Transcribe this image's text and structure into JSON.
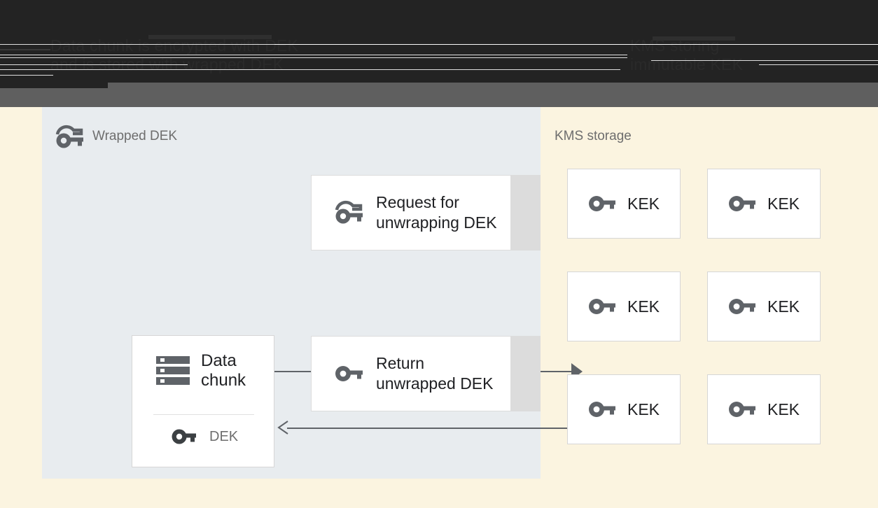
{
  "banner": {
    "left_caption": "Data chunk is encrypted with DEK\nand is stored with wrapped DEK",
    "right_caption": "KMS storing\nimmutable KEK"
  },
  "colors": {
    "banner_dark": "#232323",
    "banner_gray": "#5f5f5f",
    "page_background": "#fbf4e0",
    "storage_panel": "#e8ecef",
    "card_white": "#ffffff",
    "card_border": "#d6d6d6",
    "strip_gray": "#dcdcdc",
    "arrow": "#5f6368",
    "title_text": "#6e6e6e",
    "body_text": "#202124",
    "icon_gray": "#5f6368"
  },
  "storage_panel": {
    "title": "Wrapped DEK",
    "title_icon": "wrapped-key-icon",
    "data_chunk_card": {
      "icon": "data-chunk-icon",
      "label": "Data\nchunk",
      "key_icon": "key-icon",
      "key_label": "DEK"
    },
    "messages": [
      {
        "icon": "wrapped-key-icon",
        "label": "Request for\nunwrapping DEK"
      },
      {
        "icon": "key-icon",
        "label": "Return\nunwrapped DEK"
      }
    ],
    "arrows": [
      {
        "name": "request-arrow",
        "direction": "right"
      },
      {
        "name": "return-arrow",
        "direction": "left"
      }
    ]
  },
  "kms_area": {
    "title": "KMS storage",
    "kek_cards": [
      {
        "icon": "key-icon",
        "label": "KEK"
      },
      {
        "icon": "key-icon",
        "label": "KEK"
      },
      {
        "icon": "key-icon",
        "label": "KEK"
      },
      {
        "icon": "key-icon",
        "label": "KEK"
      },
      {
        "icon": "key-icon",
        "label": "KEK"
      },
      {
        "icon": "key-icon",
        "label": "KEK"
      }
    ]
  }
}
